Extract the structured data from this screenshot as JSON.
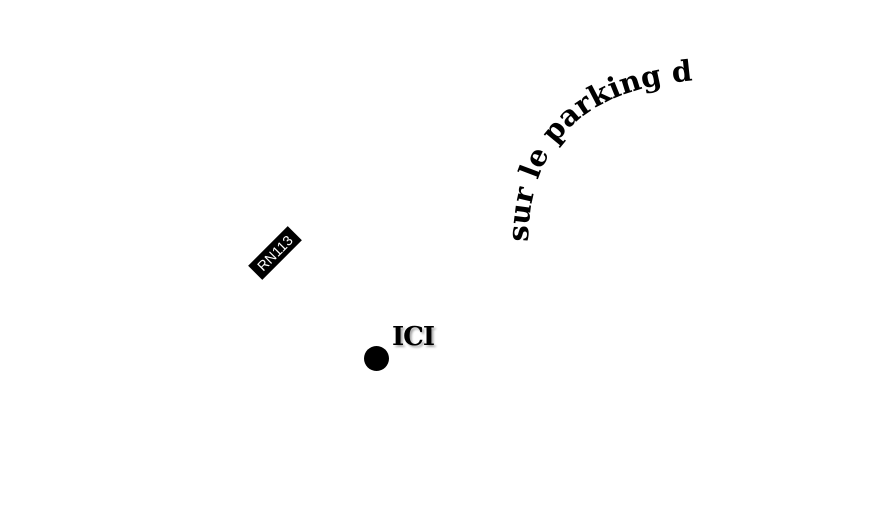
{
  "map": {
    "road_label": "RN113",
    "marker_label": "ICI",
    "curved_caption": "sur le parking de"
  },
  "colors": {
    "background": "#ffffff",
    "ink": "#000000",
    "road_label_text": "#ffffff"
  },
  "icons": {
    "marker": "location-dot-icon"
  }
}
